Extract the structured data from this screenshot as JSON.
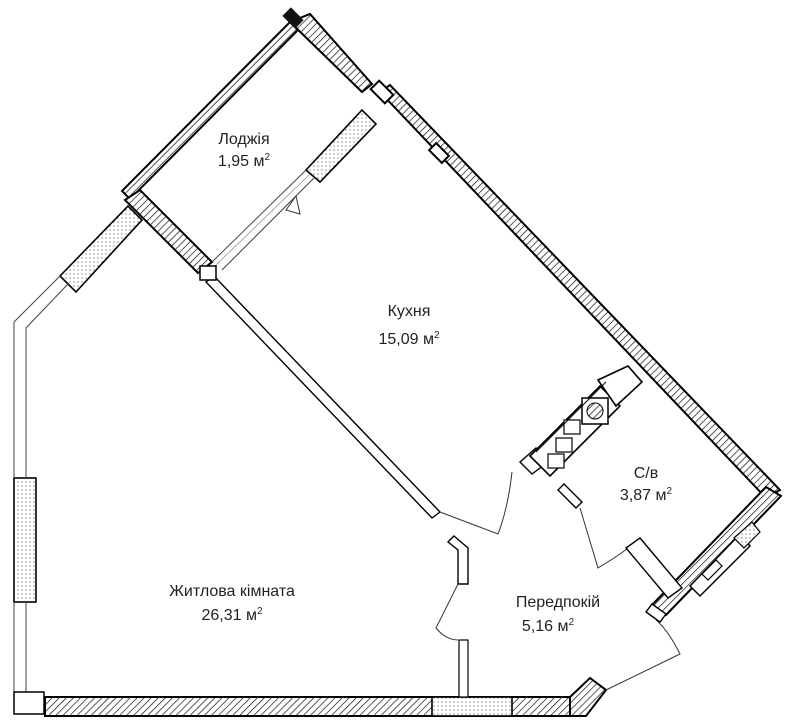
{
  "rooms": [
    {
      "id": "loggia",
      "name": "Лоджія",
      "area": "1,95",
      "unit": "м",
      "sup": "2"
    },
    {
      "id": "kitchen",
      "name": "Кухня",
      "area": "15,09",
      "unit": "м",
      "sup": "2"
    },
    {
      "id": "bathroom",
      "name": "С/в",
      "area": "3,87",
      "unit": "м",
      "sup": "2"
    },
    {
      "id": "hallway",
      "name": "Передпокій",
      "area": "5,16",
      "unit": "м",
      "sup": "2"
    },
    {
      "id": "living",
      "name": "Житлова кімната",
      "area": "26,31",
      "unit": "м",
      "sup": "2"
    }
  ]
}
